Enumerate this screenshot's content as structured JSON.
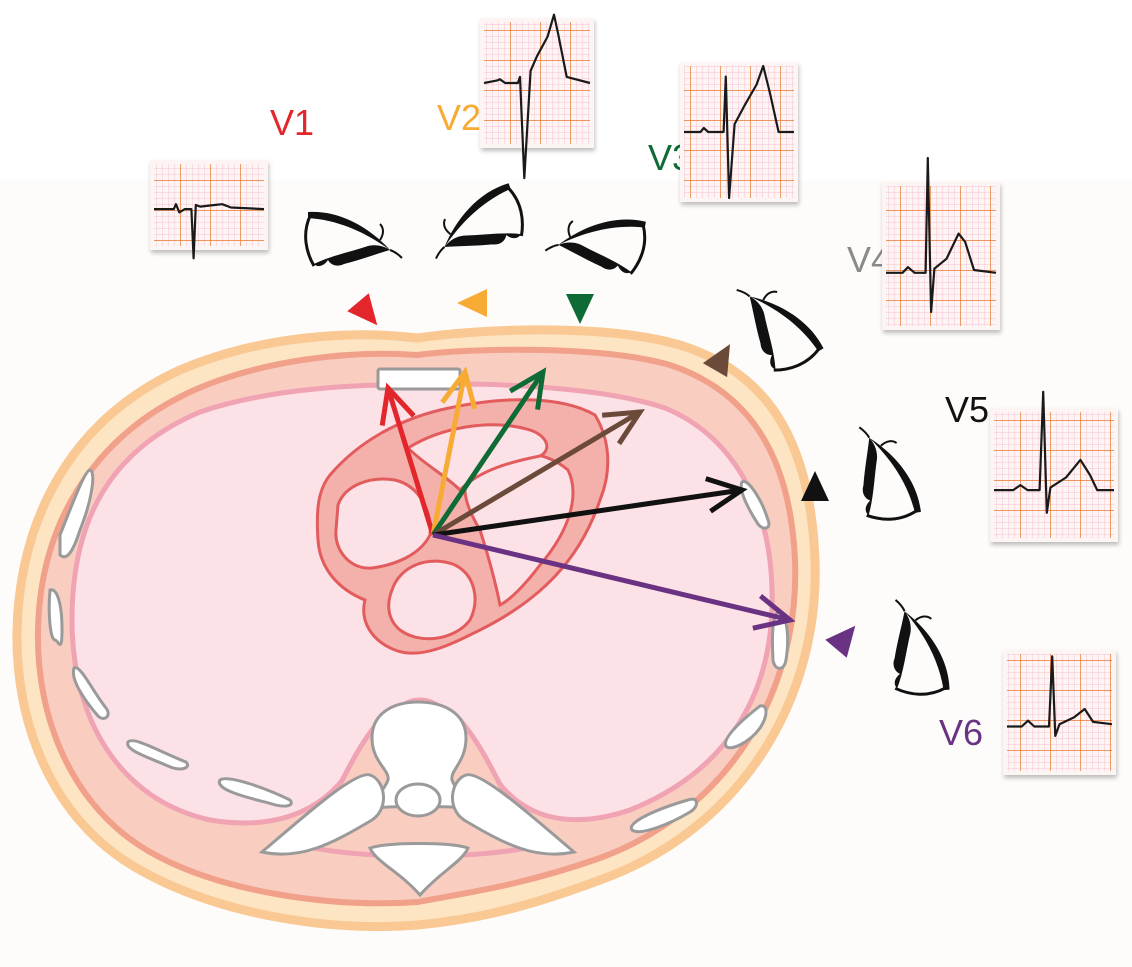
{
  "diagram": {
    "title": "Precordial ECG leads V1–V6 viewing the heart in transverse chest section",
    "background": "#ffffff",
    "anatomy": {
      "structures": [
        "skin",
        "chest-wall muscle",
        "thoracic cavity",
        "sternum",
        "ribs",
        "heart",
        "vertebra"
      ],
      "colors": {
        "skin": "#fde4c3",
        "muscle": "#f9cdbf",
        "cavity": "#fce1e6",
        "heart": "#f4b1ab",
        "heart_outline": "#e25c5e",
        "bone_outline": "#9a9a9a"
      }
    },
    "leads": [
      {
        "id": "V1",
        "label": "V1",
        "color": "#e3262b",
        "ecg_pattern": "rS",
        "description": "small r, deep S, flat T"
      },
      {
        "id": "V2",
        "label": "V2",
        "color": "#f7ab35",
        "ecg_pattern": "rS",
        "description": "small r, deep S, tall T"
      },
      {
        "id": "V3",
        "label": "V3",
        "color": "#0f6b35",
        "ecg_pattern": "RS",
        "description": "R and S equal, tall T"
      },
      {
        "id": "V4",
        "label": "V4",
        "color": "#6b4a3a",
        "label_color": "#8a8a8a",
        "ecg_pattern": "Rs",
        "description": "tall R, small S, upright T"
      },
      {
        "id": "V5",
        "label": "V5",
        "color": "#111111",
        "ecg_pattern": "qRs",
        "description": "tall R, small s, upright T"
      },
      {
        "id": "V6",
        "label": "V6",
        "color": "#6a3282",
        "ecg_pattern": "qR",
        "description": "R dominant, upright T"
      }
    ]
  }
}
